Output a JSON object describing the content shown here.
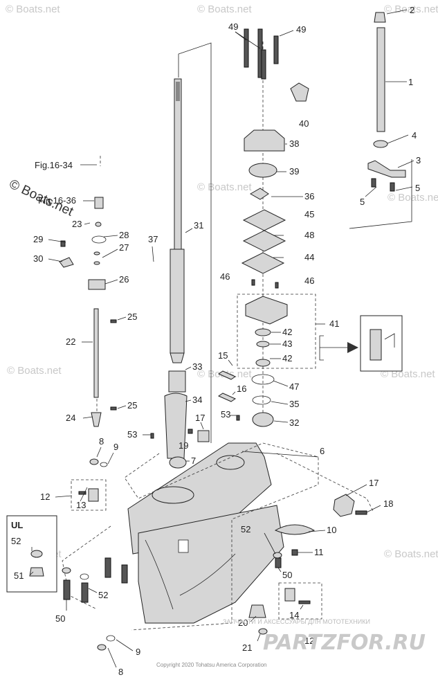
{
  "diagram": {
    "copyright": "Copyright 2020 Tohatsu America Corporation",
    "watermark": "© Boats.net",
    "brand": "PARTZFOR.RU",
    "brand_tagline": "ЗАПЧАСТИ И АКСЕССУАРЫ ДЛЯ МОТОТЕХНИКИ",
    "box_title_ul": "UL",
    "fig_refs": [
      "Fig.16-34",
      "Fig.16-36"
    ],
    "callouts": {
      "n1": "1",
      "n2": "2",
      "n3": "3",
      "n4": "4",
      "n5a": "5",
      "n5b": "5",
      "n6": "6",
      "n7": "7",
      "n8a": "8",
      "n8b": "8",
      "n9a": "9",
      "n9b": "9",
      "n10": "10",
      "n11": "11",
      "n12a": "12",
      "n12b": "12",
      "n13": "13",
      "n14": "14",
      "n15": "15",
      "n16": "16",
      "n17a": "17",
      "n17b": "17",
      "n18": "18",
      "n19": "19",
      "n20": "20",
      "n21": "21",
      "n22": "22",
      "n23": "23",
      "n24": "24",
      "n25a": "25",
      "n25b": "25",
      "n26": "26",
      "n27": "27",
      "n28": "28",
      "n29": "29",
      "n30": "30",
      "n31": "31",
      "n32": "32",
      "n33": "33",
      "n34": "34",
      "n35": "35",
      "n36": "36",
      "n37": "37",
      "n38": "38",
      "n39": "39",
      "n40": "40",
      "n41": "41",
      "n42a": "42",
      "n42b": "42",
      "n43": "43",
      "n44": "44",
      "n45": "45",
      "n46a": "46",
      "n46b": "46",
      "n47": "47",
      "n48": "48",
      "n49a": "49",
      "n49b": "49",
      "n50a": "50",
      "n50b": "50",
      "n51": "51",
      "n52a": "52",
      "n52b": "52",
      "n52c": "52",
      "n53a": "53",
      "n53b": "53"
    }
  }
}
